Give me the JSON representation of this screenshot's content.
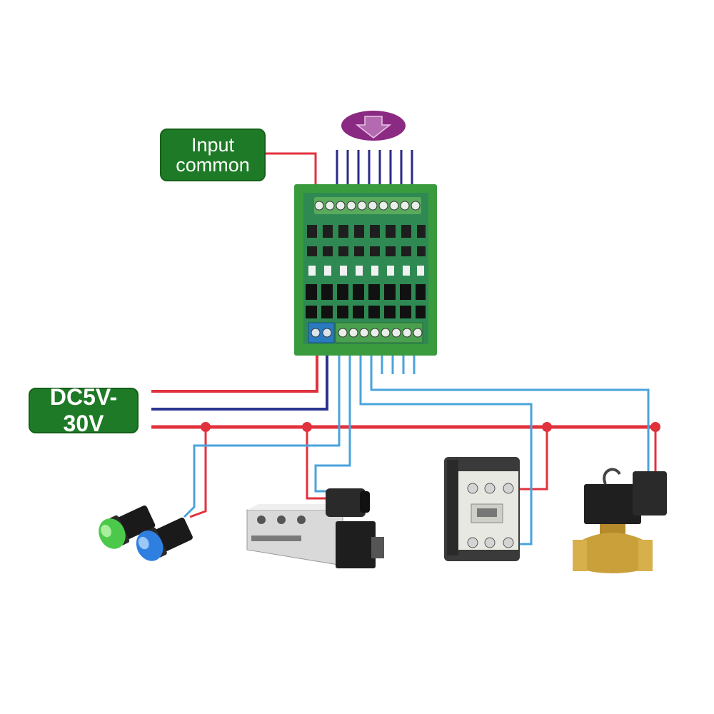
{
  "labels": {
    "input_common": "Input\ncommon",
    "power_supply": "DC5V-30V"
  },
  "colors": {
    "positive_wire": "#e0323c",
    "negative_wire": "#2a3590",
    "input_wire": "#2a2a8a",
    "output_wire": "#4aa3dc",
    "label_background": "#1e7a26",
    "board_pcb": "#2e8a52",
    "rail_green": "#3a9a3e",
    "input_arrow": "#8a2a82"
  },
  "components": [
    {
      "name": "io-board",
      "icon": "optocoupler-board-icon"
    },
    {
      "name": "input-arrow",
      "icon": "down-arrow-icon"
    },
    {
      "name": "indicator-lamps",
      "icon": "indicator-lamp-icon"
    },
    {
      "name": "pneumatic-valve",
      "icon": "solenoid-valve-icon"
    },
    {
      "name": "contactor",
      "icon": "contactor-icon"
    },
    {
      "name": "water-valve",
      "icon": "water-solenoid-valve-icon"
    }
  ],
  "input_channels": 8,
  "output_channels": 8
}
